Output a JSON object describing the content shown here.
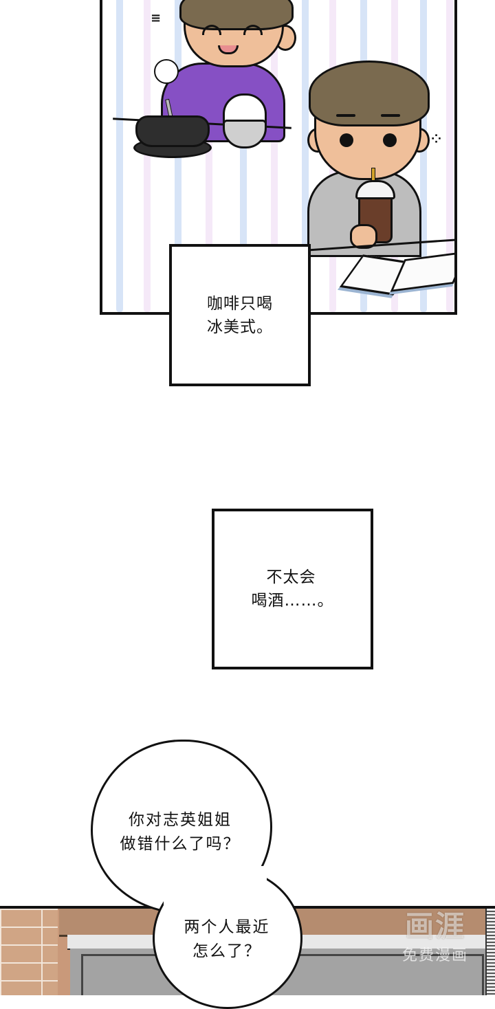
{
  "page": {
    "type": "vertical comic strip (webtoon) page",
    "background": "#ffffff"
  },
  "panel_top": {
    "description": "Two characters: smiling man in purple jacket eating stew and rice; tired boy in grey hoodie sipping iced americano next to an open book",
    "colors": {
      "stripe_blue": "#b7cdf0",
      "stripe_pink": "#ecd7f2",
      "jacket_purple": "#8650c4",
      "hoodie_grey": "#bdbdbd",
      "hair_brown": "#7a6a4f",
      "skin": "#efbf9a",
      "coffee": "#6a3e2a"
    },
    "sfx_left": "≡",
    "sfx_right": "⁘"
  },
  "captions": [
    {
      "lines": [
        "咖啡只喝",
        "冰美式。"
      ]
    },
    {
      "lines": [
        "不太会",
        "喝酒……。"
      ]
    }
  ],
  "speech_bubbles": [
    {
      "lines": [
        "你对志英姐姐",
        "做错什么了吗？"
      ]
    },
    {
      "lines": [
        "两个人最近",
        "怎么了？"
      ]
    }
  ],
  "panel_bottom": {
    "description": "Exterior of a brick building with tiled roof edge over a grey doorway",
    "colors": {
      "brick": "#d0a585",
      "roof_tile": "#b58c6f",
      "wall_grey": "#a3a3a3"
    }
  },
  "watermark": {
    "logo": "画涯",
    "subtitle": "免费漫画"
  }
}
